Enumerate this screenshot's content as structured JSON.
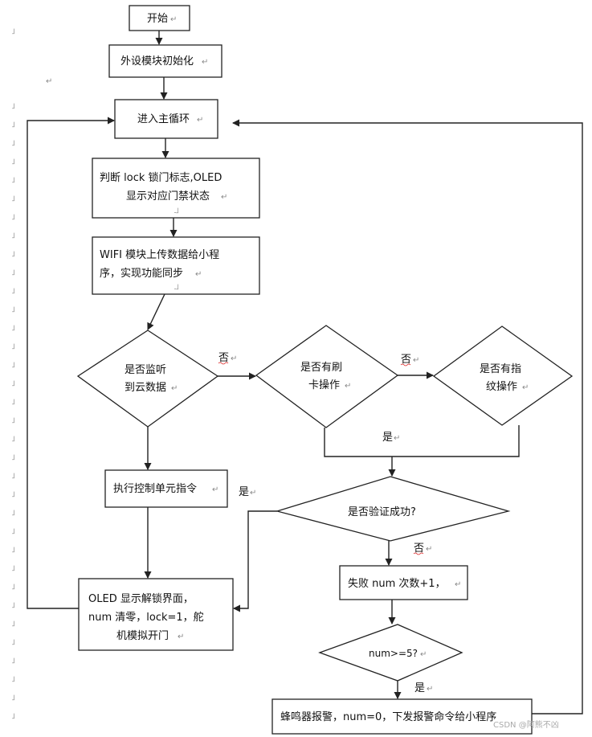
{
  "nodes": {
    "start": "开始",
    "init": "外设模块初始化",
    "main_loop": "进入主循环",
    "judge_lock_1": "判断 lock 锁门标志,OLED",
    "judge_lock_2": "显示对应门禁状态",
    "wifi_1": "WIFI  模块上传数据给小程",
    "wifi_2": "序，实现功能同步",
    "listen_cloud_1": "是否监听",
    "listen_cloud_2": "到云数据",
    "card_1": "是否有刷",
    "card_2": "卡操作",
    "fingerprint_1": "是否有指",
    "fingerprint_2": "纹操作",
    "execute": "执行控制单元指令",
    "verify": "是否验证成功?",
    "unlock_1": "OLED 显示解锁界面，",
    "unlock_2": "num 清零，lock=1，舵",
    "unlock_3": "机模拟开门",
    "fail_count": "失败 num 次数+1，",
    "check_num": "num>=5?",
    "alarm": "蜂鸣器报警，num=0，下发报警命令给小程序"
  },
  "labels": {
    "no": "否",
    "yes": "是"
  },
  "watermark": "CSDN @阿熊不凶",
  "marks": {
    "return": "↵",
    "corner": "˩",
    "tiny": "˩˩"
  }
}
